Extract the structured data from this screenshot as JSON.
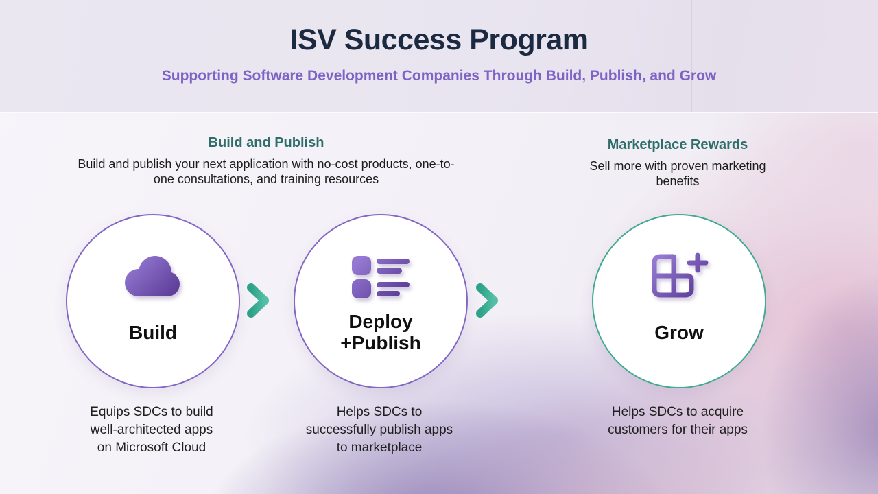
{
  "header": {
    "title": "ISV Success Program",
    "subtitle": "Supporting Software Development Companies Through Build, Publish, and Grow"
  },
  "sections": {
    "build_publish": {
      "heading": "Build and Publish",
      "desc_lines": [
        "Build and publish your next application with no-cost products, one-to-",
        "one consultations, and training resources"
      ]
    },
    "marketplace_rewards": {
      "heading": "Marketplace Rewards",
      "desc_lines": [
        "Sell more with proven marketing",
        "benefits"
      ]
    }
  },
  "steps": [
    {
      "id": "build",
      "icon": "cloud-icon",
      "label_lines": [
        "Build"
      ],
      "caption_lines": [
        "Equips SDCs to build",
        "well-architected apps",
        "on Microsoft Cloud"
      ]
    },
    {
      "id": "deploy-publish",
      "icon": "bulleted-list-icon",
      "label_lines": [
        "Deploy",
        "+Publish"
      ],
      "caption_lines": [
        "Helps SDCs to",
        "successfully publish apps",
        "to marketplace"
      ]
    },
    {
      "id": "grow",
      "icon": "apps-add-icon",
      "label_lines": [
        "Grow"
      ],
      "caption_lines": [
        "Helps SDCs to acquire",
        "customers for their apps"
      ]
    }
  ],
  "flow": {
    "arrow_icon": "arrow-right-icon",
    "arrow_count": 2
  },
  "colors": {
    "title": "#1B2A40",
    "subtitle": "#7E63C5",
    "section_heading": "#2E6E6A",
    "body_text": "#1F1F1F",
    "arrow_start": "#2FA189",
    "arrow_end": "#52BFA6",
    "circle_border_purple": "#8467C2",
    "circle_border_teal": "#41AA90",
    "icon_purple_light": "#9478D2",
    "icon_purple_dark": "#5B3C97",
    "circle_fill": "#FFFFFF"
  }
}
